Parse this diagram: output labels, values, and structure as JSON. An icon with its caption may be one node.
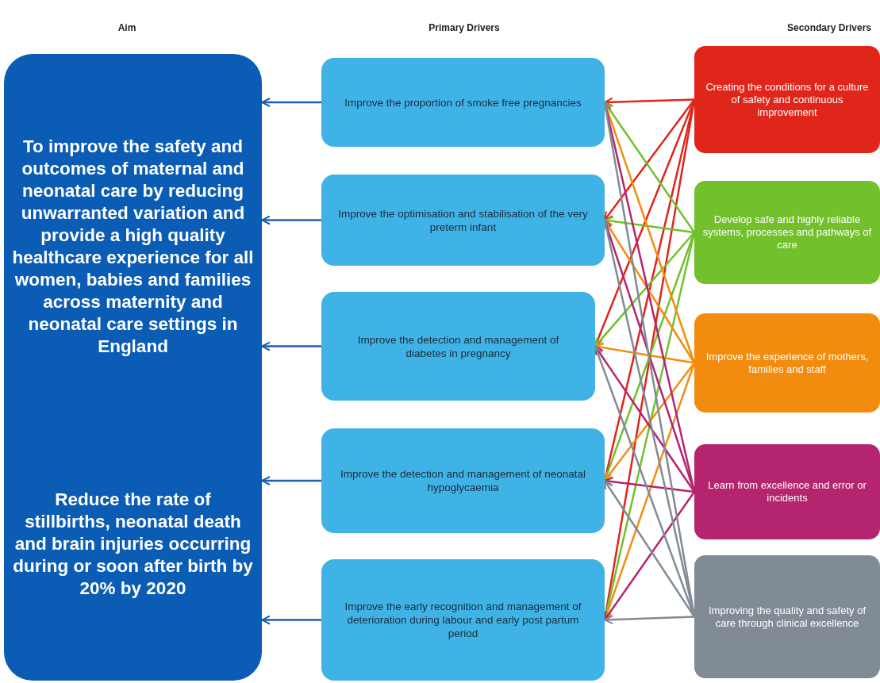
{
  "diagram": {
    "nodes": [
      {
        "text": [
          "To improve the safety and outcomes of maternal and neonatal care by reducing unwarranted variation and provide a high quality healthcare experience for all women, babies and families across maternity and neonatal care settings in England",
          "Reduce the rate of stillbirths, neonatal death and brain injuries occurring during or soon after birth by 20% by 2020"
        ]
      },
      {
        "text": [
          "Improve the proportion of smoke free pregnancies"
        ]
      },
      {
        "text": [
          "Improve the optimisation and stabilisation of the very preterm infant"
        ]
      },
      {
        "text": [
          "Improve the detection and management of diabetes in pregnancy"
        ]
      },
      {
        "text": [
          "Improve the detection and management of neonatal hypoglycaemia"
        ]
      },
      {
        "text": [
          "Improve the early recognition and management of deterioration during labour and early post partum period"
        ]
      },
      {
        "text": [
          "Creating the conditions for a culture of safety and continuous improvement"
        ]
      },
      {
        "text": [
          "Develop safe and highly reliable systems, processes and pathways of care"
        ]
      },
      {
        "text": [
          "Improve the experience of mothers, families and staff"
        ]
      },
      {
        "text": [
          "Learn from excellence and error or incidents"
        ]
      },
      {
        "text": [
          "Improving the quality and safety of care through clinical excellence"
        ]
      }
    ],
    "edges": [
      {
        "from": 1,
        "to": 0,
        "arrow": "to"
      },
      {
        "from": 2,
        "to": 0,
        "arrow": "to"
      },
      {
        "from": 3,
        "to": 0,
        "arrow": "to"
      },
      {
        "from": 4,
        "to": 0,
        "arrow": "to"
      },
      {
        "from": 5,
        "to": 0,
        "arrow": "to"
      },
      {
        "from": 6,
        "to": 1,
        "arrow": "to",
        "color": "#e0261b"
      },
      {
        "from": 6,
        "to": 2,
        "arrow": "to",
        "color": "#e0261b"
      },
      {
        "from": 6,
        "to": 3,
        "arrow": "to",
        "color": "#e0261b"
      },
      {
        "from": 6,
        "to": 4,
        "arrow": "to",
        "color": "#e0261b"
      },
      {
        "from": 6,
        "to": 5,
        "arrow": "to",
        "color": "#e0261b"
      },
      {
        "from": 7,
        "to": 1,
        "arrow": "to",
        "color": "#72c02c"
      },
      {
        "from": 7,
        "to": 2,
        "arrow": "to",
        "color": "#72c02c"
      },
      {
        "from": 7,
        "to": 3,
        "arrow": "to",
        "color": "#72c02c"
      },
      {
        "from": 7,
        "to": 4,
        "arrow": "to",
        "color": "#72c02c"
      },
      {
        "from": 7,
        "to": 5,
        "arrow": "to",
        "color": "#72c02c"
      },
      {
        "from": 8,
        "to": 1,
        "arrow": "to",
        "color": "#f28c0f"
      },
      {
        "from": 8,
        "to": 2,
        "arrow": "to",
        "color": "#f28c0f"
      },
      {
        "from": 8,
        "to": 3,
        "arrow": "to",
        "color": "#f28c0f"
      },
      {
        "from": 8,
        "to": 4,
        "arrow": "to",
        "color": "#f28c0f"
      },
      {
        "from": 8,
        "to": 5,
        "arrow": "to",
        "color": "#f28c0f"
      },
      {
        "from": 9,
        "to": 1,
        "arrow": "to",
        "color": "#b5246f"
      },
      {
        "from": 9,
        "to": 2,
        "arrow": "to",
        "color": "#b5246f"
      },
      {
        "from": 9,
        "to": 3,
        "arrow": "to",
        "color": "#b5246f"
      },
      {
        "from": 9,
        "to": 4,
        "arrow": "to",
        "color": "#b5246f"
      },
      {
        "from": 9,
        "to": 5,
        "arrow": "to",
        "color": "#b5246f"
      },
      {
        "from": 10,
        "to": 1,
        "arrow": "to",
        "color": "#808b96"
      },
      {
        "from": 10,
        "to": 2,
        "arrow": "to",
        "color": "#808b96"
      },
      {
        "from": 10,
        "to": 3,
        "arrow": "to",
        "color": "#808b96"
      },
      {
        "from": 10,
        "to": 4,
        "arrow": "to",
        "color": "#808b96"
      },
      {
        "from": 10,
        "to": 5,
        "arrow": "to",
        "color": "#808b96"
      }
    ],
    "labels": [
      "Aim",
      "Primary Drivers",
      "Secondary Drivers"
    ]
  }
}
